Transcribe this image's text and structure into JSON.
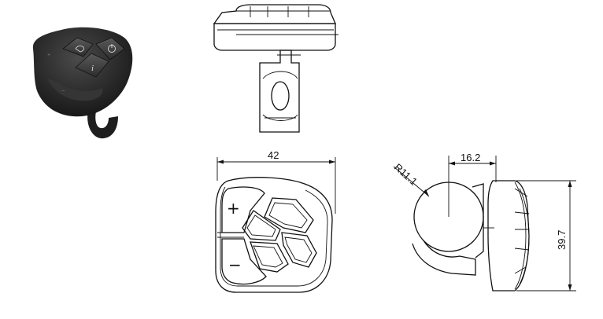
{
  "figure": {
    "type": "technical-drawing",
    "subject": "handlebar remote control"
  },
  "dimensions": {
    "width": "42",
    "thickness": "16.2",
    "height": "39.7",
    "radius": "R11.1"
  },
  "colors": {
    "line": "#111111",
    "device_body": "#2a2a2a",
    "device_button": "#3b3b3b"
  },
  "icons": {
    "plus": "+",
    "minus": "−"
  }
}
